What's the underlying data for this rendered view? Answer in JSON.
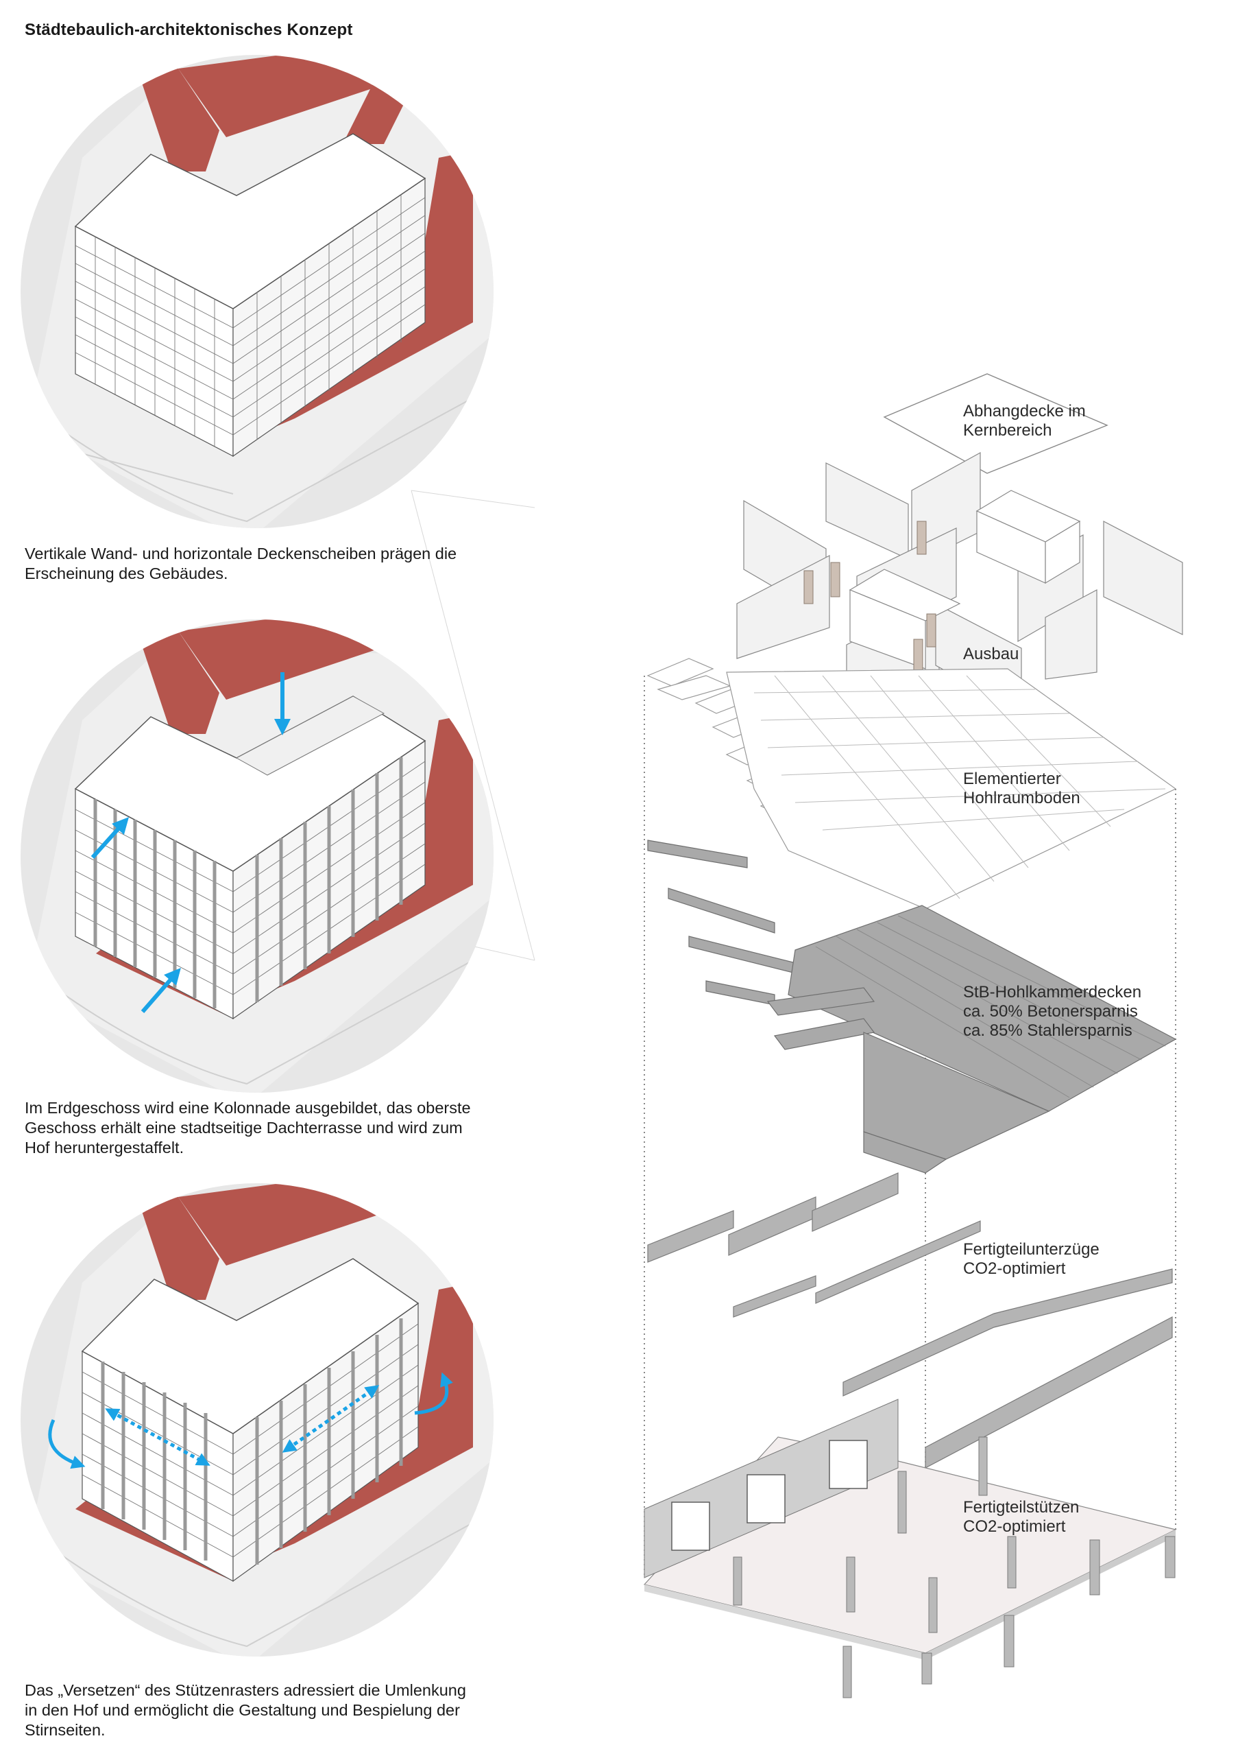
{
  "title": "Städtebaulich-architektonisches Konzept",
  "captions": [
    [
      "Vertikale Wand- und horizontale Deckenscheiben prägen die",
      "Erscheinung des Gebäudes."
    ],
    [
      "Im Erdgeschoss wird eine Kolonnade ausgebildet, das oberste",
      "Geschoss erhält eine stadtseitige Dachterrasse und wird zum",
      "Hof heruntergestaffelt."
    ],
    [
      "Das „Versetzen“ des Stützenrasters adressiert die Umlenkung",
      "in den Hof und ermöglicht die Gestaltung und Bespielung der",
      "Stirnseiten."
    ]
  ],
  "layers": [
    [
      "Abhangdecke im",
      "Kernbereich"
    ],
    [
      "Ausbau"
    ],
    [
      "Elementierter",
      "Hohlraumboden"
    ],
    [
      "StB-Hohlkammerdecken",
      "ca. 50% Betonersparnis",
      "ca. 85% Stahlersparnis"
    ],
    [
      "Fertigteilunterzüge",
      "CO2-optimiert"
    ],
    [
      "Fertigteilstützen",
      "CO2-optimiert"
    ]
  ],
  "colors": {
    "terracotta": "#b5554d",
    "arrow": "#1aa3e6",
    "concrete": "#a9a9a9",
    "ground": "#e6e6e6"
  }
}
